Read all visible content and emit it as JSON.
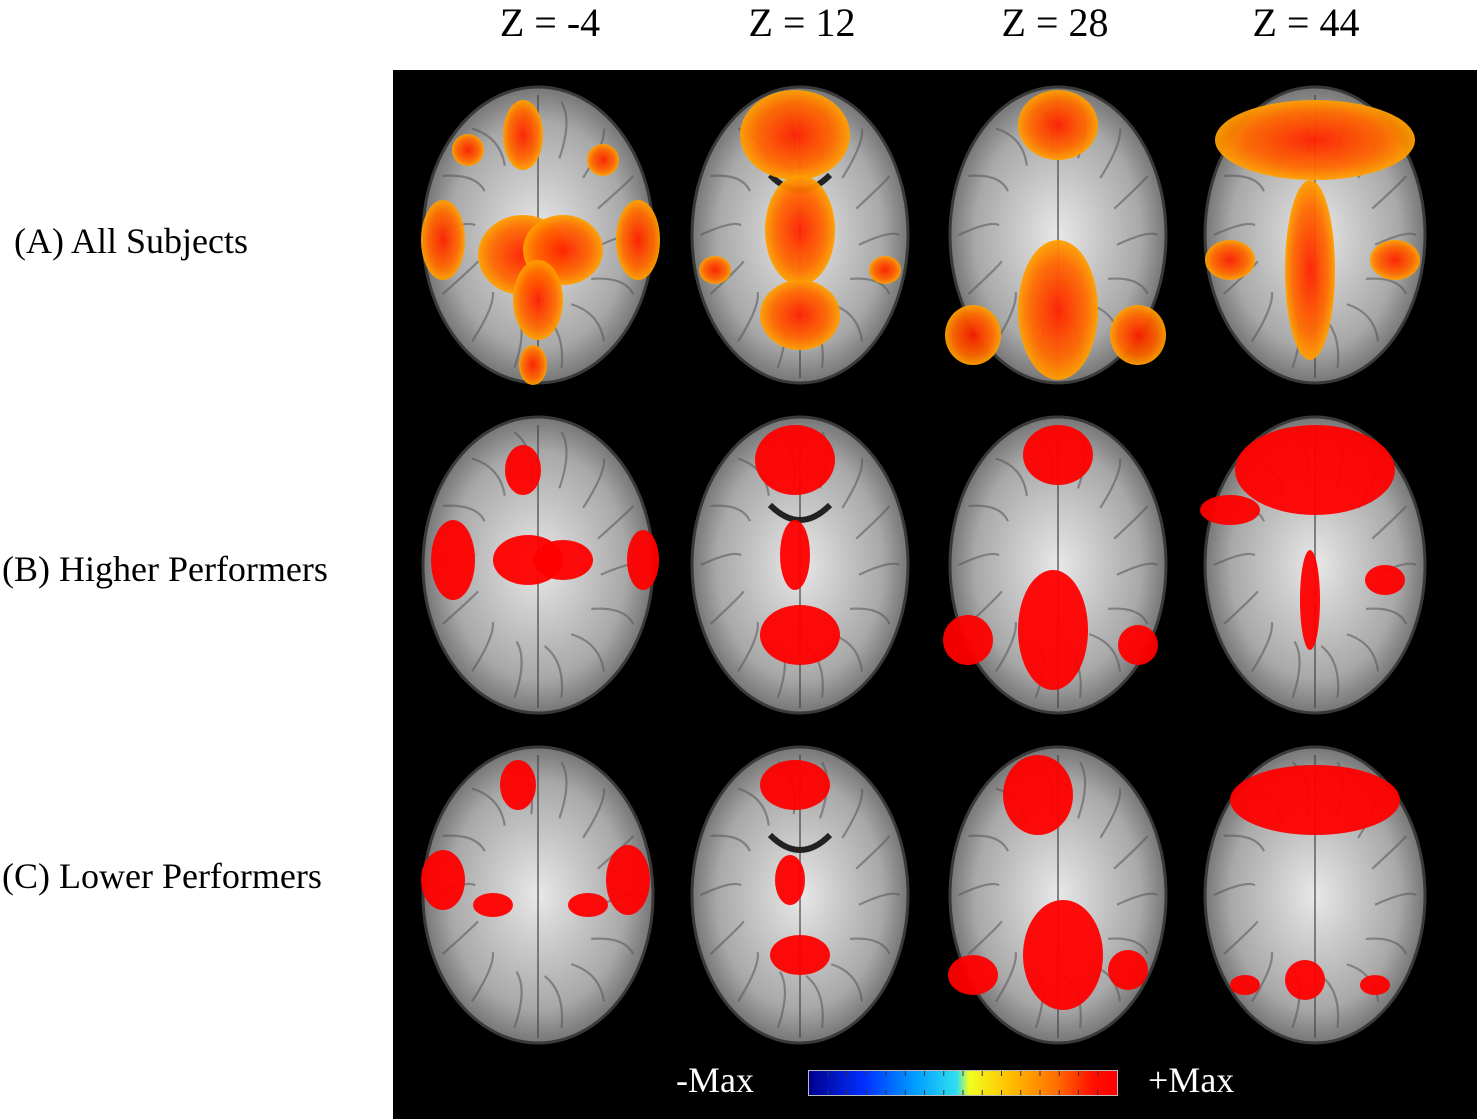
{
  "columns": [
    "Z = -4",
    "Z = 12",
    "Z = 28",
    "Z = 44"
  ],
  "rows": [
    "(A) All Subjects",
    "(B) Higher Performers",
    "(C) Lower Performers"
  ],
  "colorbar": {
    "min_label": "-Max",
    "max_label": "+Max",
    "colors": [
      "#00008f",
      "#0030ff",
      "#00a0ff",
      "#30e0f0",
      "#f0ff20",
      "#ffc000",
      "#ff7000",
      "#ff1000",
      "#ff0000"
    ]
  },
  "colors": {
    "activation_all": "#ff5a00",
    "activation_group": "#ff0000",
    "background": "#000000"
  }
}
